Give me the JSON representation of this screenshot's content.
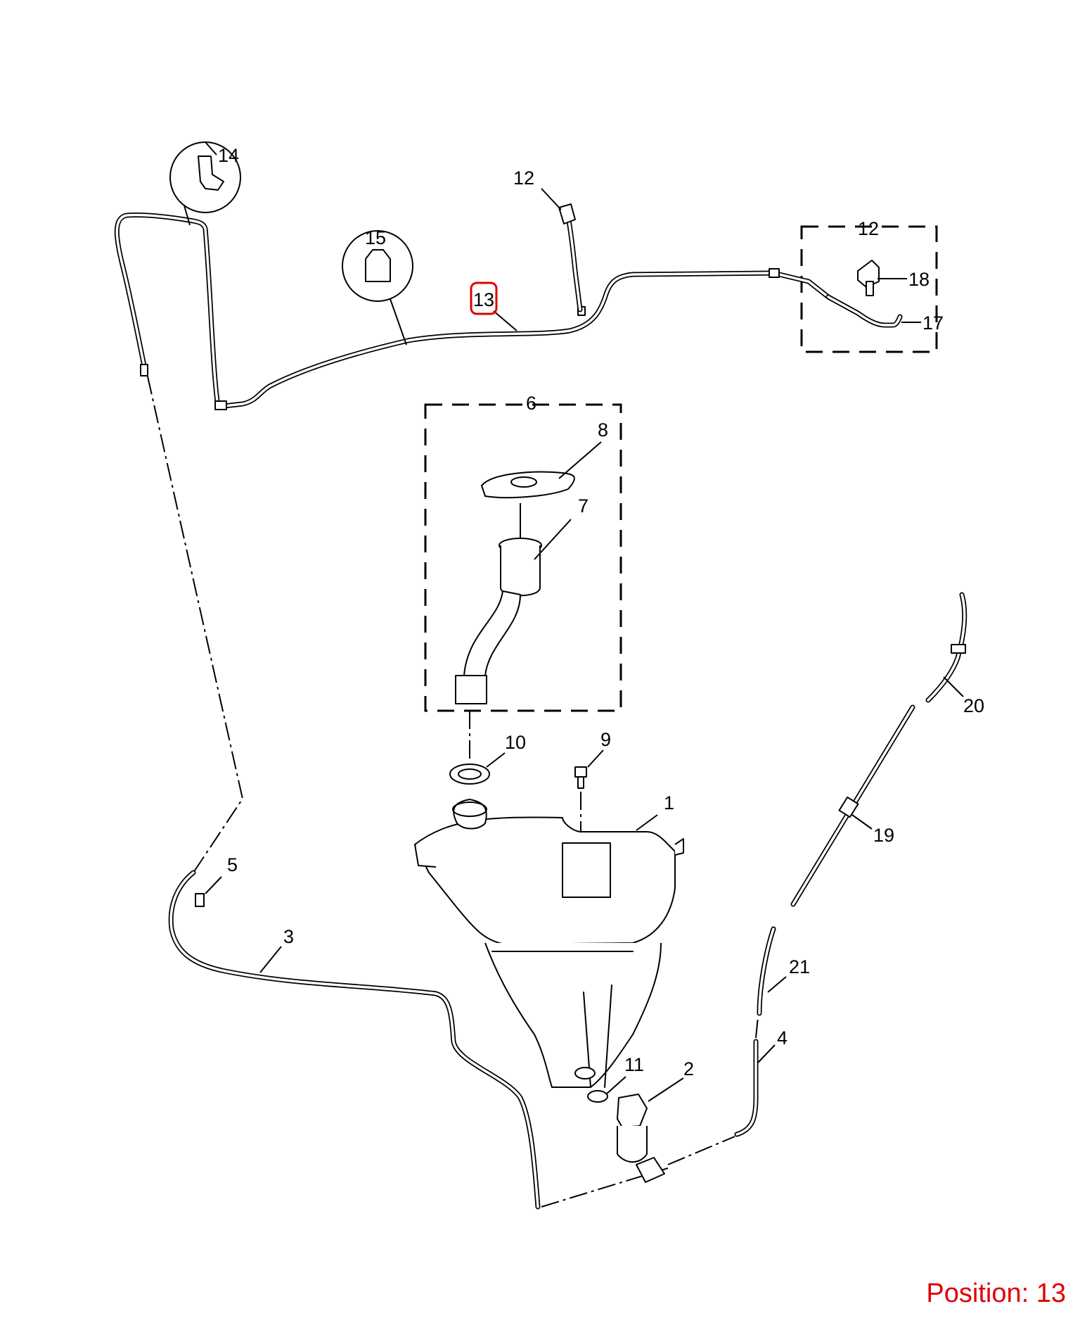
{
  "diagram": {
    "callouts": {
      "c1": "1",
      "c2": "2",
      "c3": "3",
      "c4": "4",
      "c5": "5",
      "c6": "6",
      "c7": "7",
      "c8": "8",
      "c9": "9",
      "c10": "10",
      "c11": "11",
      "c12a": "12",
      "c12b": "12",
      "c13": "13",
      "c14": "14",
      "c15": "15",
      "c17": "17",
      "c18": "18",
      "c19": "19",
      "c20": "20",
      "c21": "21"
    },
    "selected_callout": "13",
    "highlight_color": "#e00000"
  },
  "footer": {
    "position_label": "Position: 13"
  }
}
